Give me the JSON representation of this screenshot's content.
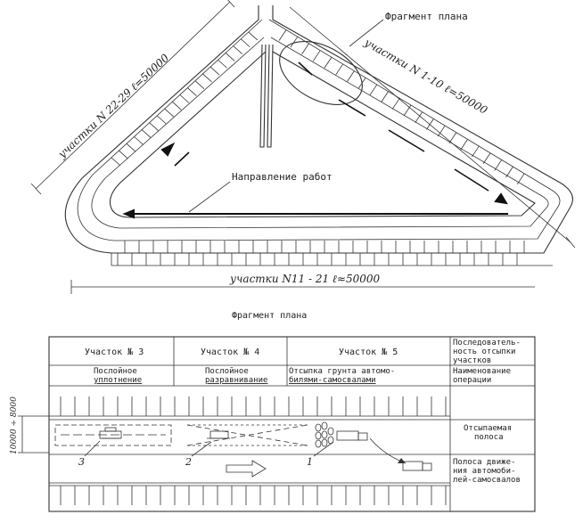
{
  "plan": {
    "label_fragment": "Фрагмент плана",
    "label_direction": "Направление работ",
    "label_left_side": "участки  N 22-29   ℓ=50000",
    "label_right_side": "участки  N 1-10   ℓ=50000",
    "label_bottom_side": "участки  N11 - 21  ℓ≈50000"
  },
  "fragment": {
    "caption": "Фрагмент плана",
    "headers": [
      "Участок № 3",
      "Участок № 4",
      "Участок № 5"
    ],
    "right_header": [
      "Последователь-",
      "ность отсыпки",
      "участков"
    ],
    "operations": [
      [
        "Послойное",
        "уплотнение"
      ],
      [
        "Послойное",
        "разравнивание"
      ],
      [
        "Отсыпка грунта автомо-",
        "билями-самосвалами"
      ]
    ],
    "right_operation": [
      "Наименование",
      "операции"
    ],
    "right_strip": [
      "Отсыпаемая",
      "полоса"
    ],
    "right_lane": [
      "Полоса движе-",
      "ния автомоби-",
      "лей-самосвалов"
    ],
    "width_label": "10000 ÷ 8000",
    "callouts": [
      "3",
      "2",
      "1"
    ]
  }
}
